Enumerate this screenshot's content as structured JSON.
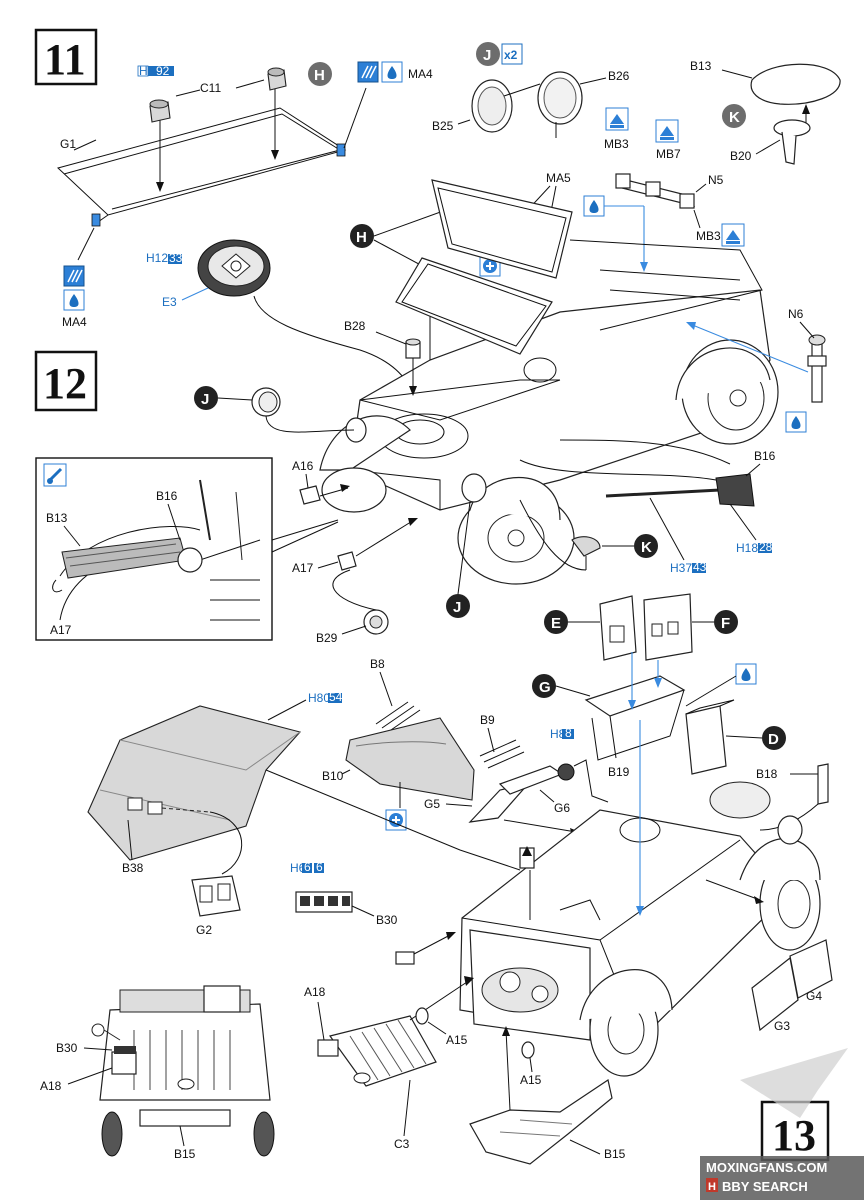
{
  "steps": {
    "s11": "11",
    "s12": "12",
    "s13": "13"
  },
  "icons": {
    "h": "H",
    "j": "J",
    "k": "K",
    "e": "E",
    "f": "F",
    "g": "G",
    "d": "D",
    "x2": "x2"
  },
  "labels": {
    "g1": "G1",
    "c11": "C11",
    "ma4_top": "MA4",
    "ma4_left": "MA4",
    "e3": "E3",
    "b25": "B25",
    "b26": "B26",
    "b13_top": "B13",
    "b20": "B20",
    "mb3_a": "MB3",
    "mb7": "MB7",
    "n5": "N5",
    "mb3_b": "MB3",
    "ma5": "MA5",
    "b28": "B28",
    "n6": "N6",
    "b16_main": "B16",
    "a16": "A16",
    "a17_main": "A17",
    "b29": "B29",
    "b13_inset": "B13",
    "b16_inset": "B16",
    "a17_inset": "A17",
    "b8": "B8",
    "b9": "B9",
    "b10": "B10",
    "g5": "G5",
    "g6": "G6",
    "b19": "B19",
    "b18": "B18",
    "b38": "B38",
    "g2": "G2",
    "b30_main": "B30",
    "b30_inset": "B30",
    "a18_inset": "A18",
    "a18_main": "A18",
    "a15_a": "A15",
    "a15_b": "A15",
    "c3": "C3",
    "b15_inset": "B15",
    "b15_main": "B15",
    "g3": "G3",
    "g4": "G4"
  },
  "paint_codes": [
    {
      "id": "h92",
      "prefix": "H",
      "num": "92"
    },
    {
      "id": "h12_33",
      "prefix": "H12",
      "num": "33"
    },
    {
      "id": "h18_28",
      "prefix": "H18",
      "num": "28"
    },
    {
      "id": "h37_43",
      "prefix": "H37",
      "num": "43"
    },
    {
      "id": "h80_54",
      "prefix": "H80",
      "num": "54"
    },
    {
      "id": "h8_8",
      "prefix": "H8",
      "num": "8"
    },
    {
      "id": "h6_6",
      "prefix": "H6",
      "num": "6"
    }
  ],
  "watermark": {
    "line1": "MOXINGFANS.COM",
    "line2_prefix": "H",
    "line2": "BBY SEARCH"
  },
  "colors": {
    "accent_blue": "#1c6fc0",
    "icon_dark": "#222222",
    "icon_gray": "#6d6d6d"
  }
}
